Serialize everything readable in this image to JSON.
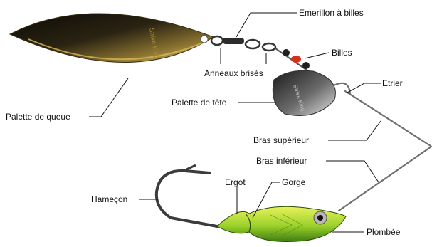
{
  "labels": {
    "emerillon": "Emerillon à billes",
    "billes": "Billes",
    "anneaux": "Anneaux brisés",
    "etrier": "Etrier",
    "palette_tete": "Palette de tête",
    "palette_queue": "Palette de queue",
    "bras_superieur": "Bras supérieur",
    "bras_inferieur": "Bras inférieur",
    "ergot": "Ergot",
    "gorge": "Gorge",
    "hamecon": "Hameçon",
    "plombee": "Plombée"
  },
  "colors": {
    "blade_gold": "#c9a227",
    "blade_dark": "#1c1608",
    "bead_red": "#d6301d",
    "head_green": "#9bd12a",
    "head_yellow": "#e7f25a",
    "wire": "#6e6e6e"
  }
}
